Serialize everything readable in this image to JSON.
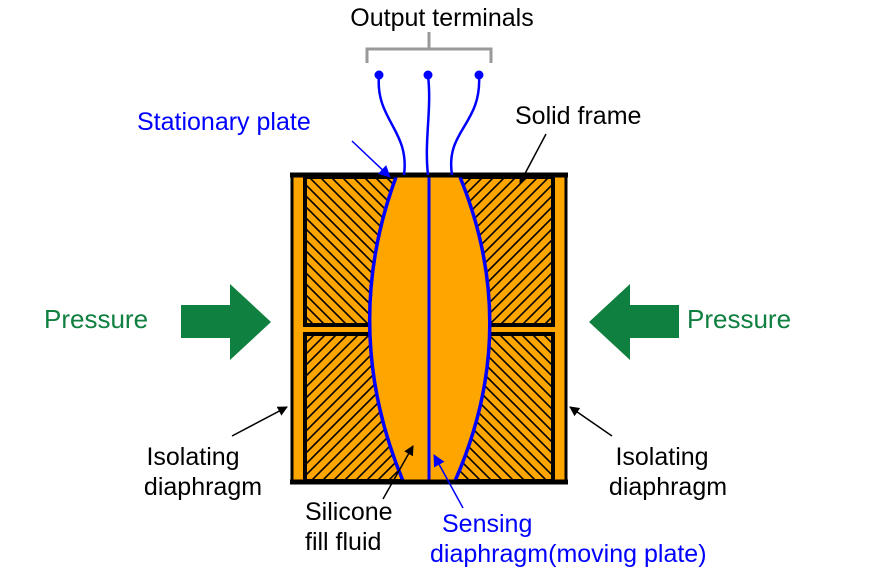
{
  "labels": {
    "output_terminals": "Output terminals",
    "stationary_plate": "Stationary plate",
    "solid_frame": "Solid frame",
    "pressure_left": "Pressure",
    "pressure_right": "Pressure",
    "isolating_left_1": "Isolating",
    "isolating_left_2": "diaphragm",
    "isolating_right_1": "Isolating",
    "isolating_right_2": "diaphragm",
    "silicone_1": "Silicone",
    "silicone_2": "fill fluid",
    "sensing_1": "Sensing",
    "sensing_2": "diaphragm(moving plate)"
  },
  "colors": {
    "fluid": "#ffa500",
    "plate": "#0000ff",
    "pressure": "#108040",
    "frame": "#000000",
    "bracket": "#999999"
  }
}
